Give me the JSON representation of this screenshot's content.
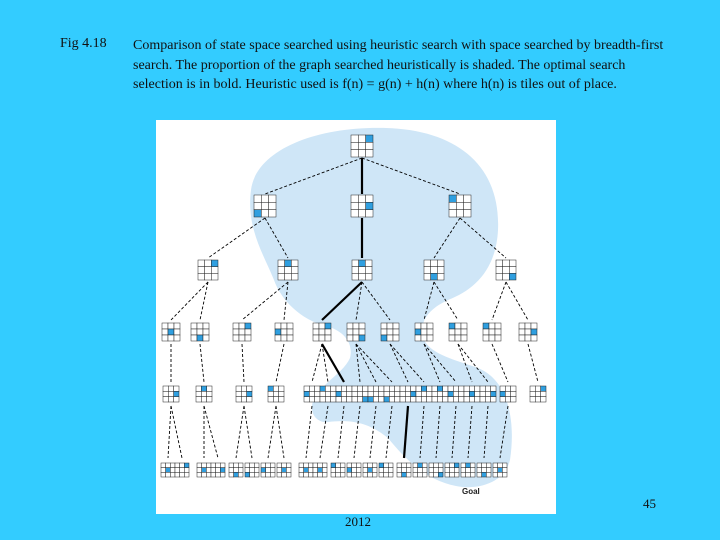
{
  "slide": {
    "fig_label": "Fig 4.18",
    "caption": "Comparison of state space searched using heuristic search with space searched by breadth-first search. The proportion of the graph searched heuristically is shaded. The optimal search selection is in bold. Heuristic used is f(n) = g(n) + h(n) where h(n) is tiles out of place.",
    "page_number": "45",
    "year": "2012"
  },
  "figure": {
    "goal_label": "Goal",
    "shade_color": "#cfe6f7",
    "tile_fill": "#2f9fe0",
    "edge_color": "#000000"
  }
}
